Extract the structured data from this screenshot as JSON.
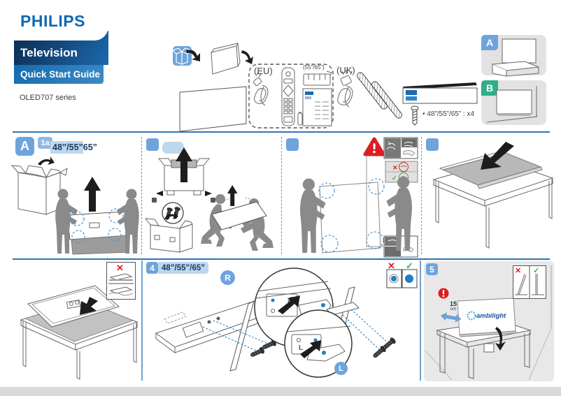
{
  "header": {
    "brand": "PHILIPS",
    "product": "Television",
    "guide": "Quick Start Guide",
    "series": "OLED707 series"
  },
  "unboxing": {
    "eu_label": "(EU)",
    "size_label": "(55”/65”)",
    "uk_label": "(UK)",
    "screw_note": "• 48”/55”/65” : x4"
  },
  "option_panels": {
    "a": "A",
    "b": "B"
  },
  "step1": {
    "label": "A",
    "sub": "1a",
    "size_hl": "48”/55”",
    "size_rest": "65”"
  },
  "step2": {
    "label": "",
    "pill": ""
  },
  "step3": {
    "label": ""
  },
  "step4_mid": {
    "label": ""
  },
  "step4": {
    "label": "4",
    "size": "48”/55”/65”",
    "right_marker": "R",
    "left_marker": "L",
    "chassis_r": "R",
    "chassis_l": "L"
  },
  "step5": {
    "label": "5",
    "distance": "15",
    "unit": "cm",
    "logo": "ambilight"
  },
  "colors": {
    "philips_blue": "#1069b4",
    "banner_dark": "#0d2c55",
    "banner_mid": "#1b69ad",
    "banner_light": "#2e85c8",
    "label_blue": "#6fa3dc",
    "pill_blue": "#bdd7ee",
    "navy_text": "#17375e",
    "green_label": "#2fae87",
    "warn_red": "#dd1d21",
    "check_green": "#3cb043",
    "divider_blue": "#2e75b6",
    "screw_dot_blue": "#1f7ec2"
  }
}
